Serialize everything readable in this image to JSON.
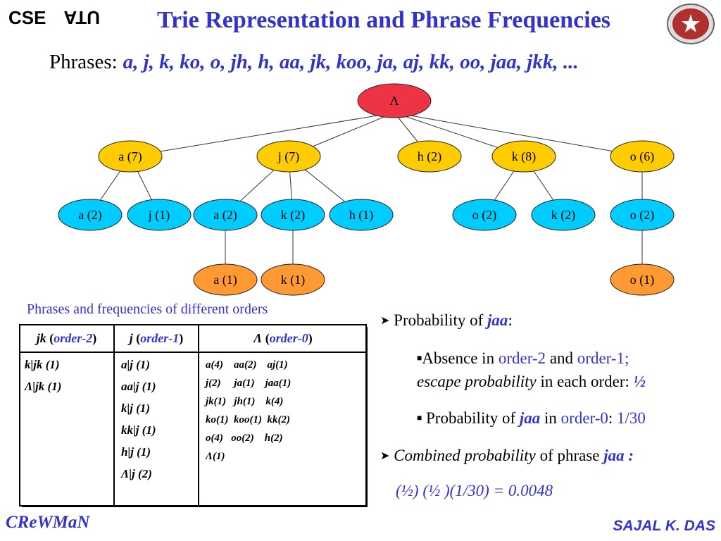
{
  "header": {
    "title": "Trie Representation and Phrase Frequencies",
    "logo_text": "CSE UTA"
  },
  "phrases": {
    "label": "Phrases:",
    "list": "a, j, k, ko, o, jh, h, aa, jk, koo, ja, aj, kk, oo, jaa, jkk, ..."
  },
  "trie": {
    "root": "Λ",
    "level1": [
      "a (7)",
      "j (7)",
      "h (2)",
      "k (8)",
      "o (6)"
    ],
    "level2": [
      "a (2)",
      "j (1)",
      "a (2)",
      "k (2)",
      "h (1)",
      "o (2)",
      "k (2)",
      "o (2)"
    ],
    "level3": [
      "a (1)",
      "k (1)",
      "o (1)"
    ],
    "colors": {
      "root": "#ee3344",
      "level1": "#ffcc00",
      "level2": "#00ccff",
      "level3": "#ff9933"
    }
  },
  "table": {
    "caption": "Phrases and frequencies of different orders",
    "headers": [
      {
        "ctx": "jk",
        "order": "order-2"
      },
      {
        "ctx": "j",
        "order": "order-1"
      },
      {
        "ctx": "Λ",
        "order": "order-0"
      }
    ],
    "order2": [
      "k|jk (1)",
      "Λ|jk (1)"
    ],
    "order1": [
      "a|j (1)",
      "aa|j (1)",
      "k|j (1)",
      "kk|j (1)",
      "h|j (1)",
      "Λ|j (2)"
    ],
    "order0": [
      "a(4)    aa(2)    aj(1)",
      "j(2)     ja(1)    jaa(1)",
      "jk(1)   jh(1)    k(4)",
      "ko(1)  koo(1)  kk(2)",
      "o(4)   oo(2)    h(2)",
      "Λ(1)"
    ]
  },
  "probability": {
    "b1_prefix": "Probability of ",
    "b1_term": "jaa",
    "b1_suffix": ":",
    "s1_part1": "Absence in ",
    "s1_order2": "order-2",
    "s1_and": " and ",
    "s1_order1": "order-1;",
    "s1_escape": "escape probability",
    "s1_mid": " in each order: ",
    "s1_half": "½",
    "s2_prefix": "Probability of ",
    "s2_term": "jaa",
    "s2_in": " in ",
    "s2_order0": "order-0",
    "s2_colon": ":  ",
    "s2_value": "1/30",
    "b2_combined": "Combined probability",
    "b2_mid": " of phrase ",
    "b2_term": "jaa :",
    "result": "(½) (½ )(1/30)  = 0.0048"
  },
  "footer": {
    "left": "CReWMaN",
    "right": "SAJAL K. DAS"
  }
}
